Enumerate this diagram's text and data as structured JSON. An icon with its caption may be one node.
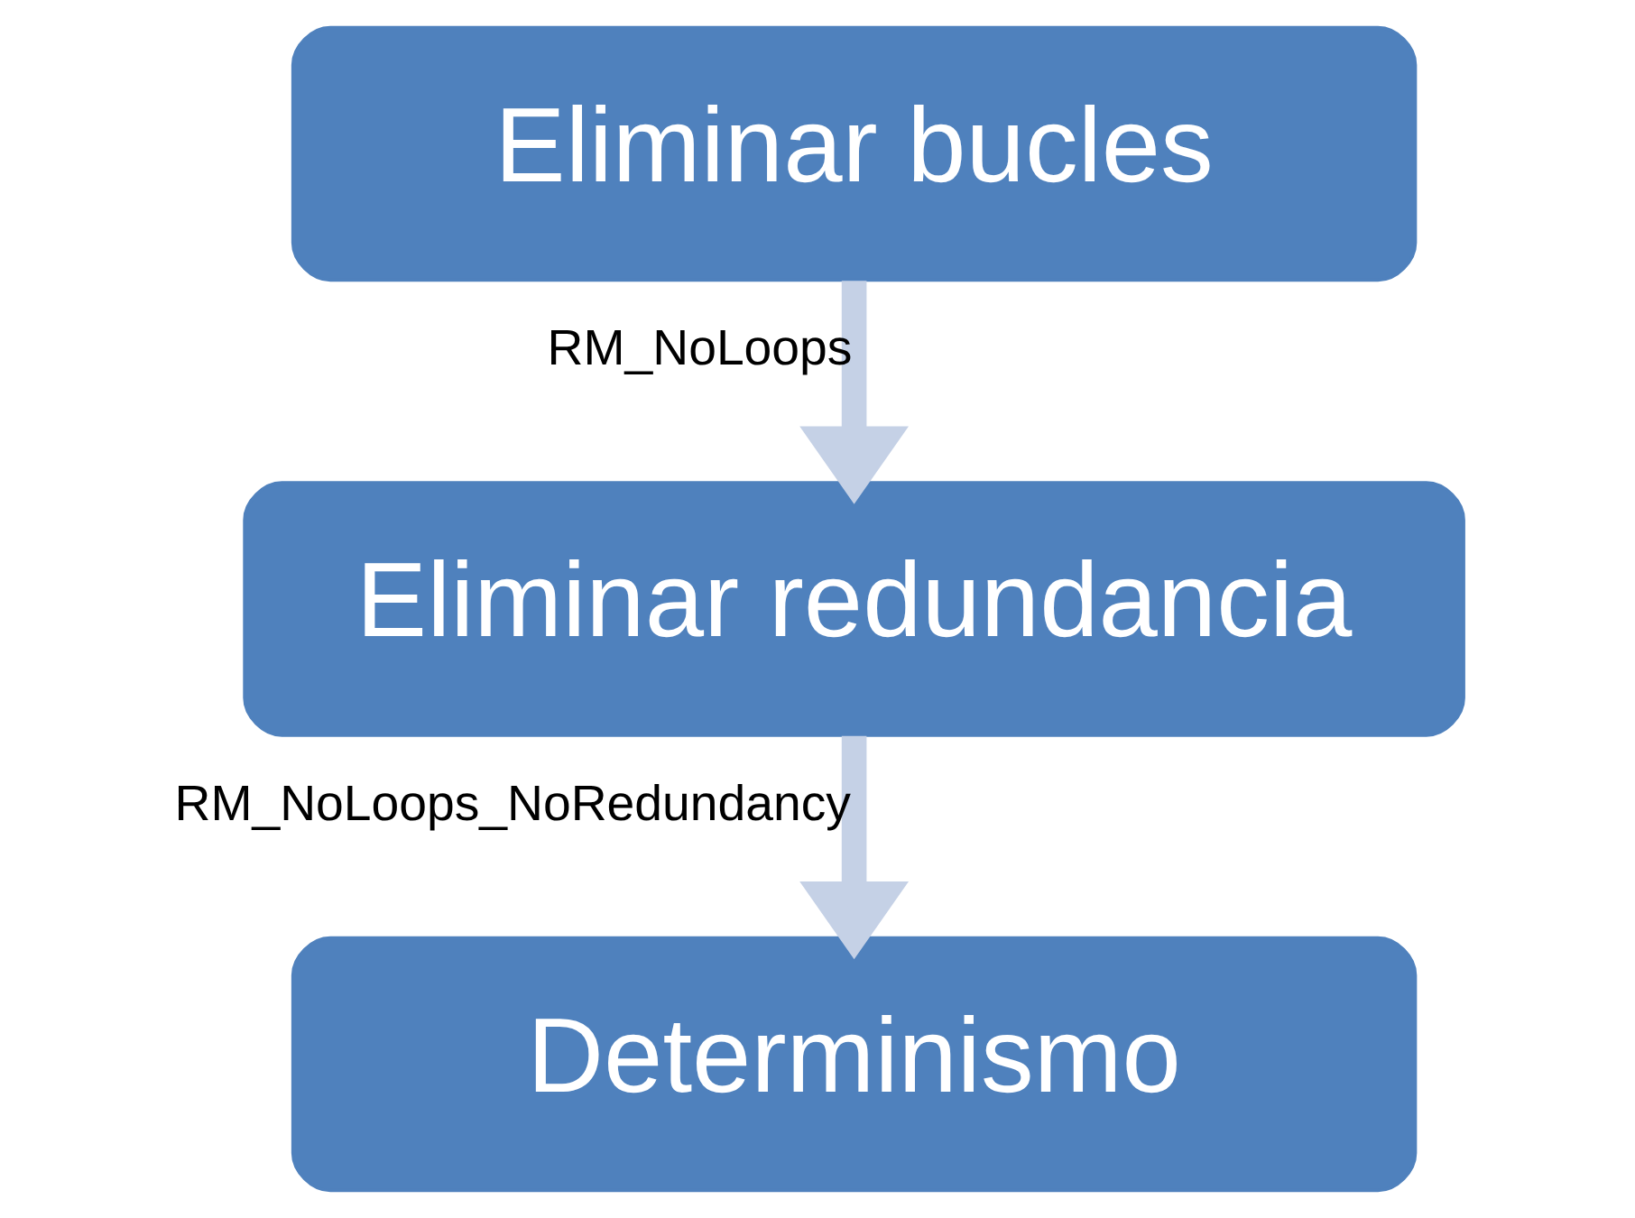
{
  "diagram": {
    "nodes": [
      {
        "text": [
          "Eliminar bucles"
        ]
      },
      {
        "text": [
          "Eliminar redundancia"
        ]
      },
      {
        "text": [
          "Determinismo"
        ]
      }
    ],
    "edges": [
      {
        "from": 0,
        "to": 1,
        "arrow": "to",
        "label": "RM_NoLoops"
      },
      {
        "from": 1,
        "to": 2,
        "arrow": "to",
        "label": "RM_NoLoops_NoRedundancy"
      }
    ]
  }
}
